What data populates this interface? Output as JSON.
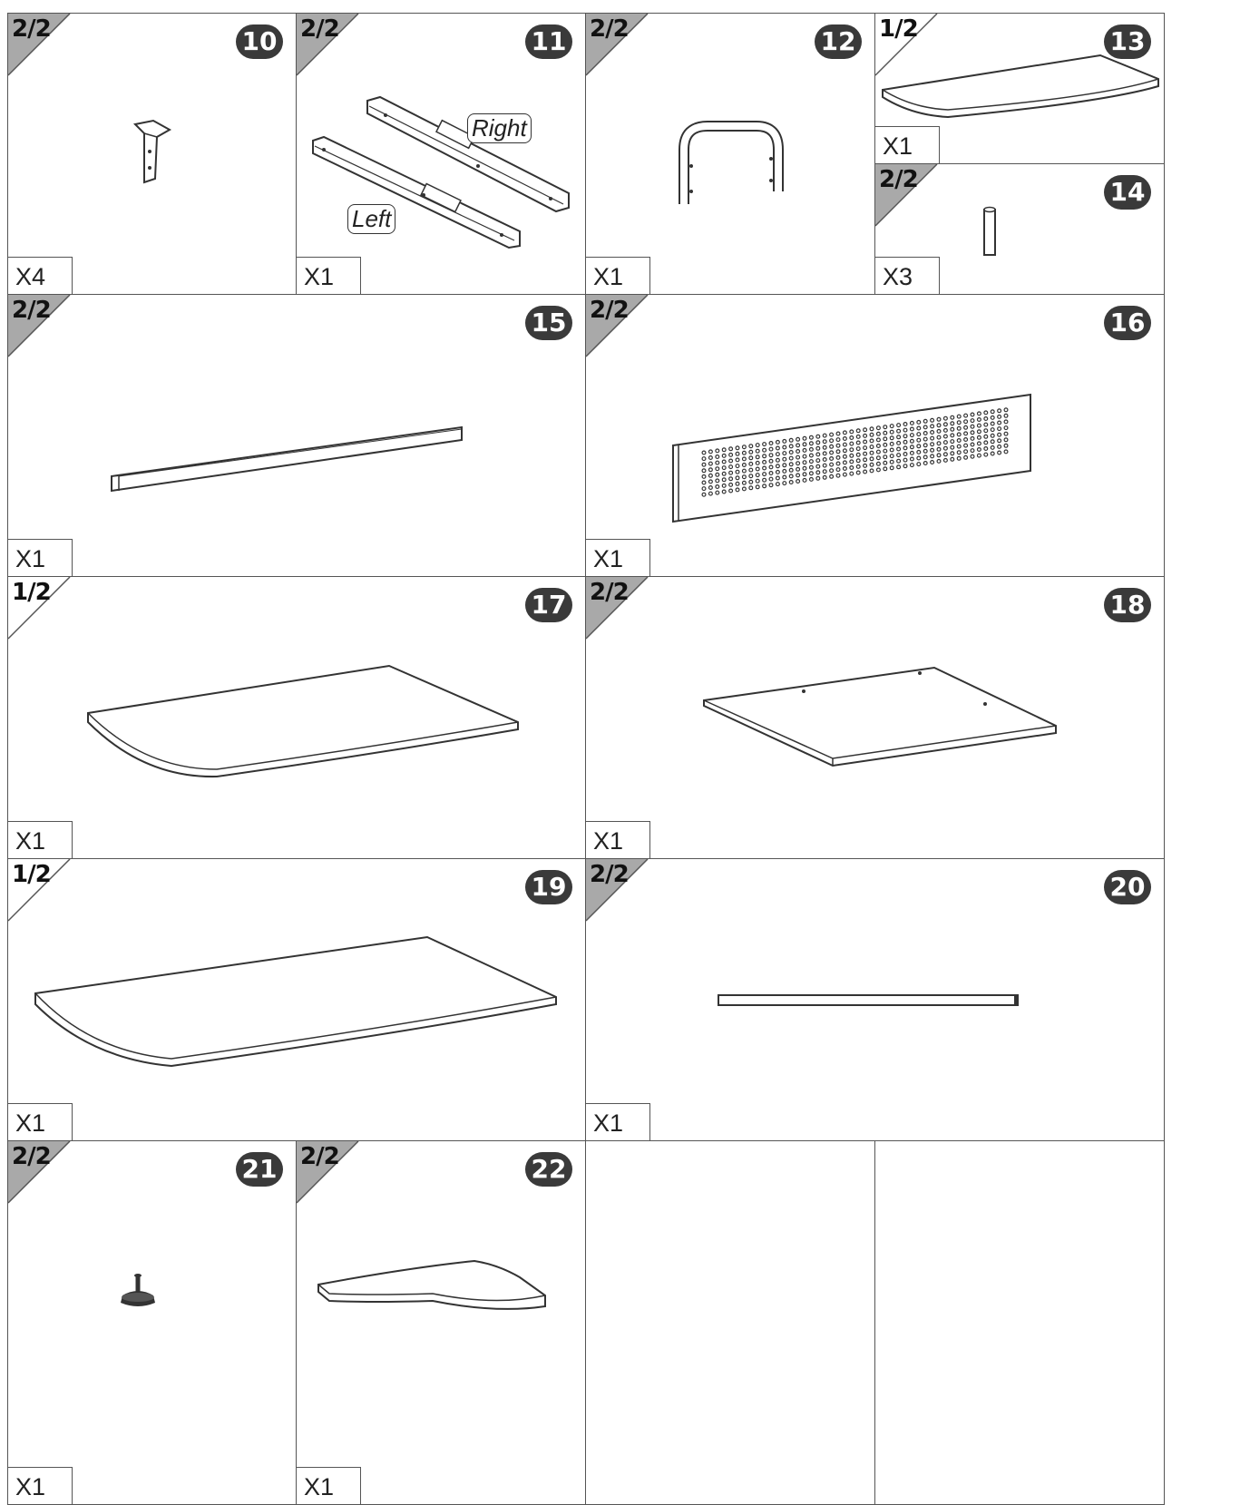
{
  "parts": [
    {
      "id": "10",
      "fraction": "2/2",
      "quantity": "X4",
      "icon": "bracket-icon"
    },
    {
      "id": "11",
      "fraction": "2/2",
      "quantity": "X1",
      "icon": "drawer-slides-icon",
      "labels": {
        "right": "Right",
        "left": "Left"
      }
    },
    {
      "id": "12",
      "fraction": "2/2",
      "quantity": "X1",
      "icon": "u-handle-icon"
    },
    {
      "id": "13",
      "fraction": "1/2",
      "quantity": "X1",
      "icon": "narrow-shelf-icon"
    },
    {
      "id": "14",
      "fraction": "2/2",
      "quantity": "X3",
      "icon": "dowel-icon"
    },
    {
      "id": "15",
      "fraction": "2/2",
      "quantity": "X1",
      "icon": "long-bar-icon"
    },
    {
      "id": "16",
      "fraction": "2/2",
      "quantity": "X1",
      "icon": "perforated-panel-icon"
    },
    {
      "id": "17",
      "fraction": "1/2",
      "quantity": "X1",
      "icon": "curved-board-icon"
    },
    {
      "id": "18",
      "fraction": "2/2",
      "quantity": "X1",
      "icon": "flat-board-icon"
    },
    {
      "id": "19",
      "fraction": "1/2",
      "quantity": "X1",
      "icon": "desktop-board-icon"
    },
    {
      "id": "20",
      "fraction": "2/2",
      "quantity": "X1",
      "icon": "rod-icon"
    },
    {
      "id": "21",
      "fraction": "2/2",
      "quantity": "X1",
      "icon": "leveling-foot-icon"
    },
    {
      "id": "22",
      "fraction": "2/2",
      "quantity": "X1",
      "icon": "corner-board-icon"
    }
  ]
}
